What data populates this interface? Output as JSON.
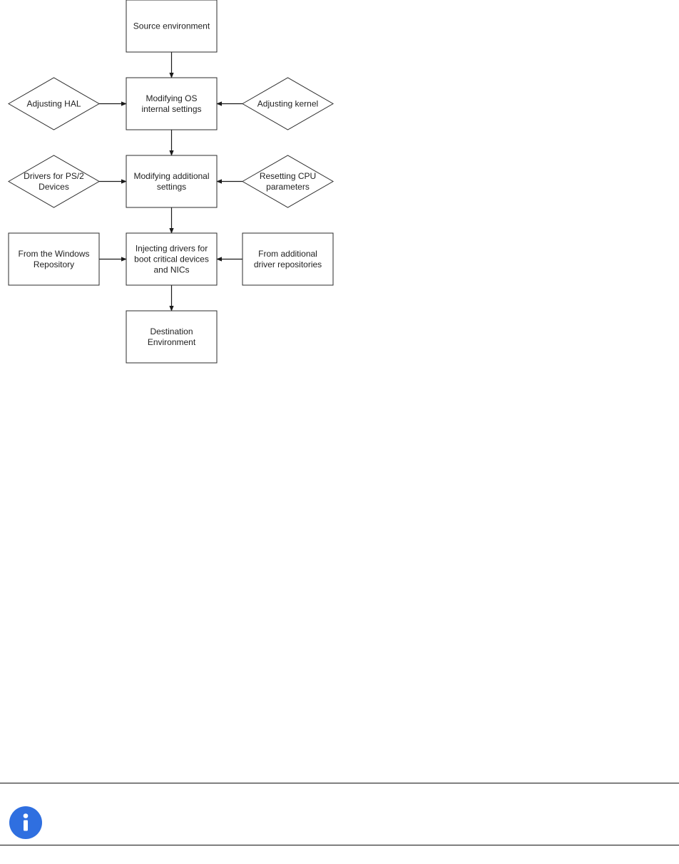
{
  "diagram": {
    "nodes": [
      {
        "id": "source",
        "shape": "rect",
        "lines": [
          "Source environment"
        ]
      },
      {
        "id": "modify-os",
        "shape": "rect",
        "lines": [
          "Modifying OS",
          "internal settings"
        ]
      },
      {
        "id": "adjust-hal",
        "shape": "diamond",
        "lines": [
          "Adjusting HAL"
        ]
      },
      {
        "id": "adjust-kernel",
        "shape": "diamond",
        "lines": [
          "Adjusting kernel"
        ]
      },
      {
        "id": "modify-additional",
        "shape": "rect",
        "lines": [
          "Modifying additional",
          "settings"
        ]
      },
      {
        "id": "ps2-drivers",
        "shape": "diamond",
        "lines": [
          "Drivers for PS/2",
          "Devices"
        ]
      },
      {
        "id": "reset-cpu",
        "shape": "diamond",
        "lines": [
          "Resetting CPU",
          "parameters"
        ]
      },
      {
        "id": "inject-drivers",
        "shape": "rect",
        "lines": [
          "Injecting drivers for",
          "boot critical devices",
          "and NICs"
        ]
      },
      {
        "id": "windows-repo",
        "shape": "rect",
        "lines": [
          "From the Windows",
          "Repository"
        ]
      },
      {
        "id": "additional-repos",
        "shape": "rect",
        "lines": [
          "From additional",
          "driver repositories"
        ]
      },
      {
        "id": "destination",
        "shape": "rect",
        "lines": [
          "Destination",
          "Environment"
        ]
      }
    ],
    "edges": [
      {
        "from": "source",
        "to": "modify-os"
      },
      {
        "from": "adjust-hal",
        "to": "modify-os"
      },
      {
        "from": "adjust-kernel",
        "to": "modify-os"
      },
      {
        "from": "modify-os",
        "to": "modify-additional"
      },
      {
        "from": "ps2-drivers",
        "to": "modify-additional"
      },
      {
        "from": "reset-cpu",
        "to": "modify-additional"
      },
      {
        "from": "modify-additional",
        "to": "inject-drivers"
      },
      {
        "from": "windows-repo",
        "to": "inject-drivers"
      },
      {
        "from": "additional-repos",
        "to": "inject-drivers"
      },
      {
        "from": "inject-drivers",
        "to": "destination"
      }
    ]
  },
  "note": {
    "icon": "info-icon",
    "icon_color": "#2f6fe0"
  }
}
